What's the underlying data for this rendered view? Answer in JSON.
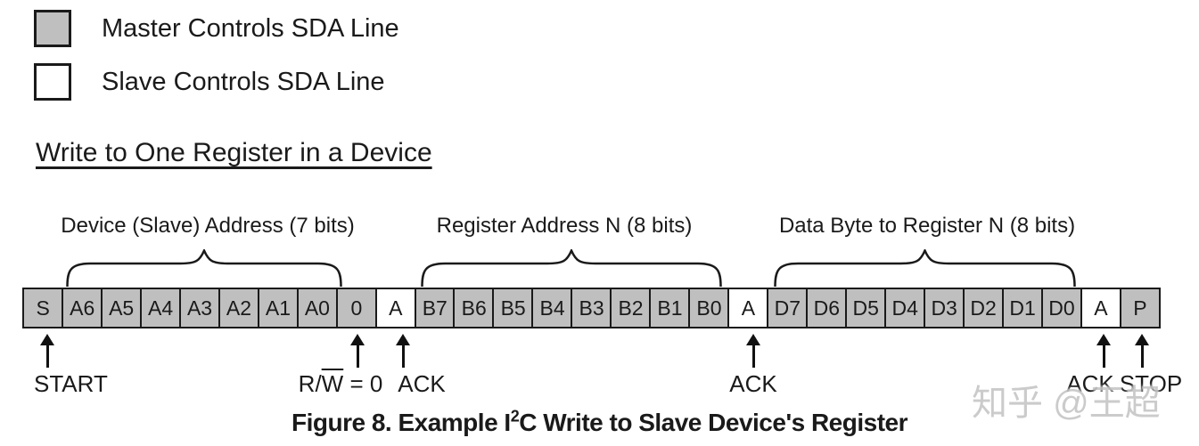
{
  "legend": {
    "items": [
      {
        "label": "Master Controls SDA Line",
        "owner": "master"
      },
      {
        "label": "Slave Controls SDA Line",
        "owner": "slave"
      }
    ]
  },
  "heading": "Write to One Register in a Device",
  "groups": [
    {
      "label": "Device (Slave) Address (7 bits)"
    },
    {
      "label": "Register Address N (8 bits)"
    },
    {
      "label": "Data Byte to Register N (8 bits)"
    }
  ],
  "cells": [
    {
      "label": "S",
      "owner": "master"
    },
    {
      "label": "A6",
      "owner": "master"
    },
    {
      "label": "A5",
      "owner": "master"
    },
    {
      "label": "A4",
      "owner": "master"
    },
    {
      "label": "A3",
      "owner": "master"
    },
    {
      "label": "A2",
      "owner": "master"
    },
    {
      "label": "A1",
      "owner": "master"
    },
    {
      "label": "A0",
      "owner": "master"
    },
    {
      "label": "0",
      "owner": "master"
    },
    {
      "label": "A",
      "owner": "slave"
    },
    {
      "label": "B7",
      "owner": "master"
    },
    {
      "label": "B6",
      "owner": "master"
    },
    {
      "label": "B5",
      "owner": "master"
    },
    {
      "label": "B4",
      "owner": "master"
    },
    {
      "label": "B3",
      "owner": "master"
    },
    {
      "label": "B2",
      "owner": "master"
    },
    {
      "label": "B1",
      "owner": "master"
    },
    {
      "label": "B0",
      "owner": "master"
    },
    {
      "label": "A",
      "owner": "slave"
    },
    {
      "label": "D7",
      "owner": "master"
    },
    {
      "label": "D6",
      "owner": "master"
    },
    {
      "label": "D5",
      "owner": "master"
    },
    {
      "label": "D4",
      "owner": "master"
    },
    {
      "label": "D3",
      "owner": "master"
    },
    {
      "label": "D2",
      "owner": "master"
    },
    {
      "label": "D1",
      "owner": "master"
    },
    {
      "label": "D0",
      "owner": "master"
    },
    {
      "label": "A",
      "owner": "slave"
    },
    {
      "label": "P",
      "owner": "master"
    }
  ],
  "annotations": [
    {
      "name": "start",
      "text": "START"
    },
    {
      "name": "rw",
      "pre": "R/",
      "over": "W",
      "post": " = 0"
    },
    {
      "name": "ack-1",
      "text": "ACK"
    },
    {
      "name": "ack-2",
      "text": "ACK"
    },
    {
      "name": "ack-3",
      "text": "ACK"
    },
    {
      "name": "stop",
      "text": "STOP"
    }
  ],
  "caption": {
    "pre": "Figure 8. Example I",
    "sup": "2",
    "post": "C Write to Slave Device's Register"
  },
  "watermark": "知乎 @王超",
  "colors": {
    "master_fill": "#bfbfbf",
    "slave_fill": "#ffffff",
    "line": "#1a1a1a",
    "watermark": "#c6c6c6"
  }
}
